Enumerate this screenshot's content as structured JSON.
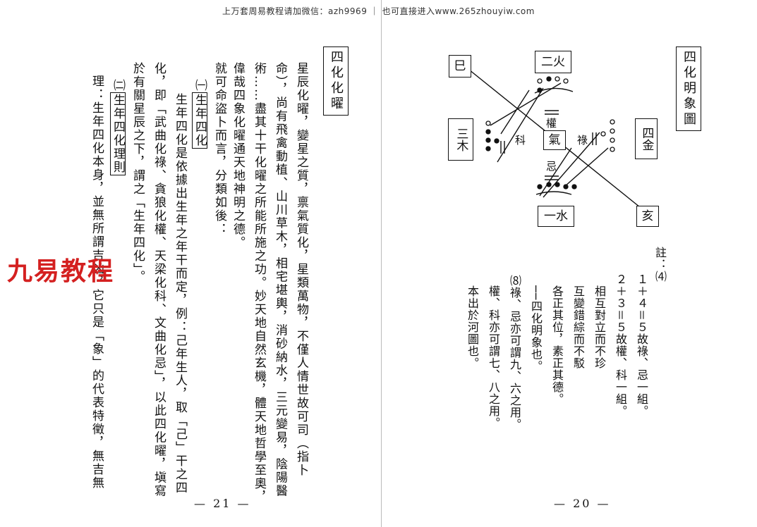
{
  "header": {
    "text": "上万套周易教程请加微信：azh9969 ｜ 也可直接进入www.265zhouyiw.com"
  },
  "watermark": {
    "text": "九易教程"
  },
  "right_page": {
    "title": "四化明象圖",
    "diagram": {
      "boxes": {
        "top_left": "巳",
        "fire": "二火",
        "wood": "三木",
        "center": "氣",
        "metal": "四金",
        "water": "一水",
        "bottom_right": "亥"
      },
      "labels": {
        "quan": "權",
        "ke": "科",
        "lu": "祿",
        "ji": "忌"
      }
    },
    "notes": [
      "註：⑷",
      "１＋４＝５故祿、忌一組。",
      "２＋３＝５故權、科一組。",
      "相互對立而不珍",
      "互變錯綜而不駁",
      "各正其位，素正其德。",
      "──四化明象也。",
      "⑻祿、忌亦可謂九、六之用。",
      "權、科亦可謂七、八之用。",
      "本出於河圖也。"
    ],
    "page_number": "— 20 —"
  },
  "left_page": {
    "title": "四化化曜",
    "columns": [
      "星辰化曜，變星之質，禀氣質化，星類萬物，不僅人情世故可司（指卜",
      "命），尚有飛禽動植、山川草木，相宅堪輿，消砂納水，三元變易，陰陽醫",
      "術……盡其十干化曜之所能所施之功。妙天地自然玄機，體天地哲學至奧，",
      "偉哉四象化曜通天地神明之德。",
      "就可命盜卜而言，分類如後：",
      "生年四化",
      "生年四化是依據出生年之年干而定，例：己年生人，取「己」干之四",
      "化，即「武曲化祿、貪狼化權、天梁化科、文曲化忌」，以此四化曜，塡寫",
      "於有關星辰之下，謂之「生年四化」。",
      "生年四化理則",
      "理：生年四化本身，並無所謂吉凶，它只是「象」的代表特徵，無吉無"
    ],
    "heading_marks": {
      "first": "㈠",
      "second": "㈡"
    },
    "page_number": "— 21 —"
  }
}
